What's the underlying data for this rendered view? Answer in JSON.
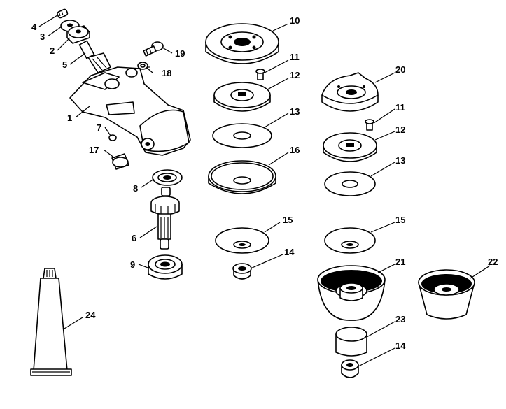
{
  "diagram": {
    "callouts": {
      "c1": "1",
      "c2": "2",
      "c3": "3",
      "c4": "4",
      "c5": "5",
      "c6": "6",
      "c7": "7",
      "c8": "8",
      "c9": "9",
      "c10": "10",
      "c11a": "11",
      "c11b": "11",
      "c12a": "12",
      "c12b": "12",
      "c13a": "13",
      "c13b": "13",
      "c14a": "14",
      "c14b": "14",
      "c15a": "15",
      "c15b": "15",
      "c16": "16",
      "c17": "17",
      "c18": "18",
      "c19": "19",
      "c20": "20",
      "c21": "21",
      "c22": "22",
      "c23": "23",
      "c24": "24"
    }
  }
}
